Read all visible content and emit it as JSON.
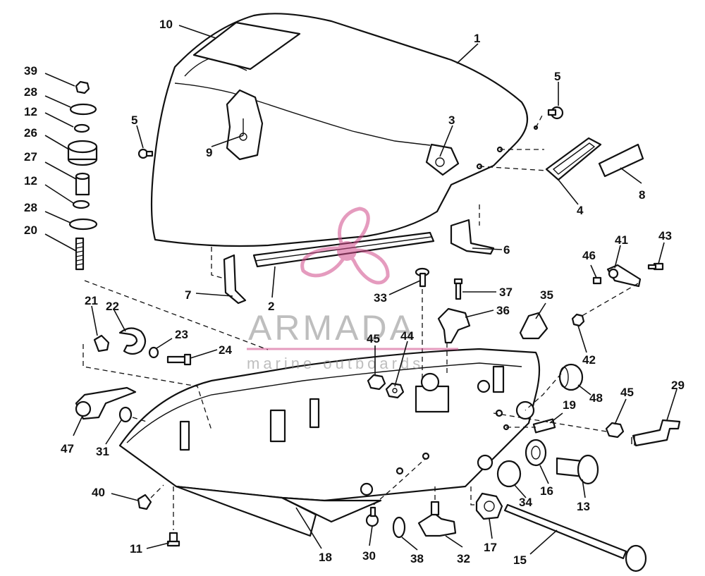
{
  "watermark": {
    "brand": "ARMADA",
    "tagline": "marine outboards",
    "color_text": "#8a8a8a",
    "color_logo": "#d04a8a"
  },
  "callouts": [
    {
      "id": "c1",
      "text": "1"
    },
    {
      "id": "c2",
      "text": "2"
    },
    {
      "id": "c3",
      "text": "3"
    },
    {
      "id": "c4",
      "text": "4"
    },
    {
      "id": "c5a",
      "text": "5"
    },
    {
      "id": "c5b",
      "text": "5"
    },
    {
      "id": "c6",
      "text": "6"
    },
    {
      "id": "c7",
      "text": "7"
    },
    {
      "id": "c8",
      "text": "8"
    },
    {
      "id": "c9",
      "text": "9"
    },
    {
      "id": "c10",
      "text": "10"
    },
    {
      "id": "c11",
      "text": "11"
    },
    {
      "id": "c12a",
      "text": "12"
    },
    {
      "id": "c12b",
      "text": "12"
    },
    {
      "id": "c13",
      "text": "13"
    },
    {
      "id": "c15",
      "text": "15"
    },
    {
      "id": "c16",
      "text": "16"
    },
    {
      "id": "c17",
      "text": "17"
    },
    {
      "id": "c18",
      "text": "18"
    },
    {
      "id": "c19",
      "text": "19"
    },
    {
      "id": "c20",
      "text": "20"
    },
    {
      "id": "c21",
      "text": "21"
    },
    {
      "id": "c22",
      "text": "22"
    },
    {
      "id": "c23",
      "text": "23"
    },
    {
      "id": "c24",
      "text": "24"
    },
    {
      "id": "c26",
      "text": "26"
    },
    {
      "id": "c27",
      "text": "27"
    },
    {
      "id": "c28a",
      "text": "28"
    },
    {
      "id": "c28b",
      "text": "28"
    },
    {
      "id": "c29",
      "text": "29"
    },
    {
      "id": "c30",
      "text": "30"
    },
    {
      "id": "c31",
      "text": "31"
    },
    {
      "id": "c32",
      "text": "32"
    },
    {
      "id": "c33",
      "text": "33"
    },
    {
      "id": "c34",
      "text": "34"
    },
    {
      "id": "c35",
      "text": "35"
    },
    {
      "id": "c36",
      "text": "36"
    },
    {
      "id": "c37",
      "text": "37"
    },
    {
      "id": "c38",
      "text": "38"
    },
    {
      "id": "c39",
      "text": "39"
    },
    {
      "id": "c40",
      "text": "40"
    },
    {
      "id": "c41",
      "text": "41"
    },
    {
      "id": "c42",
      "text": "42"
    },
    {
      "id": "c43",
      "text": "43"
    },
    {
      "id": "c44",
      "text": "44"
    },
    {
      "id": "c45a",
      "text": "45"
    },
    {
      "id": "c45b",
      "text": "45"
    },
    {
      "id": "c46",
      "text": "46"
    },
    {
      "id": "c47",
      "text": "47"
    },
    {
      "id": "c48",
      "text": "48"
    }
  ]
}
